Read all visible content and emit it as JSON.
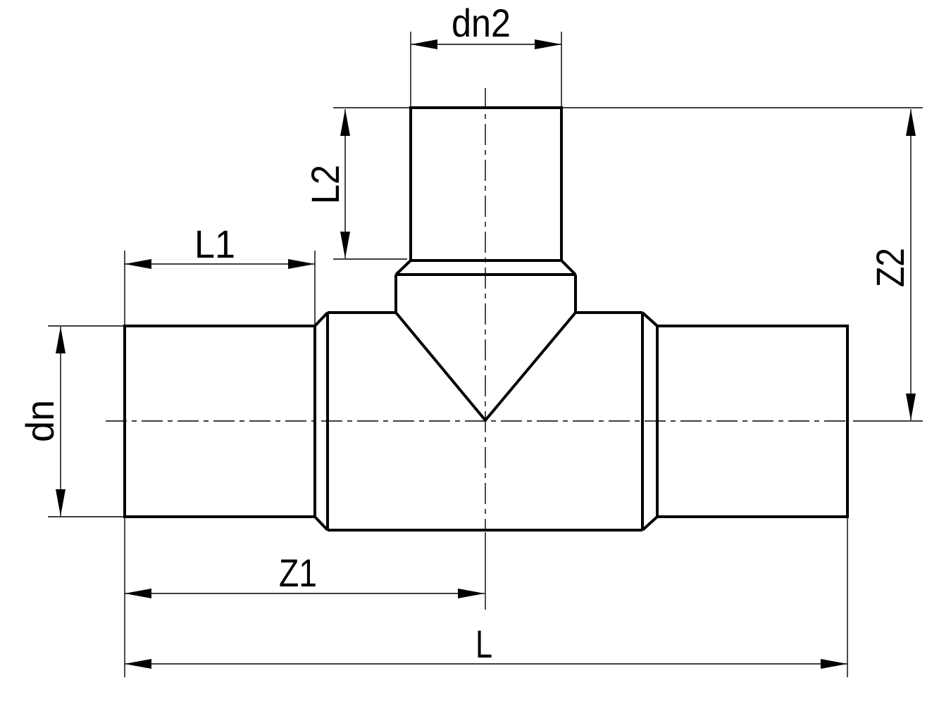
{
  "drawing": {
    "type": "technical-drawing-pipe-tee-fitting",
    "colors": {
      "line": "#000000",
      "background": "#ffffff"
    },
    "labels": {
      "dn2": "dn2",
      "l2": "L2",
      "l1": "L1",
      "z2": "Z2",
      "dn": "dn",
      "z1": "Z1",
      "l": "L"
    }
  }
}
